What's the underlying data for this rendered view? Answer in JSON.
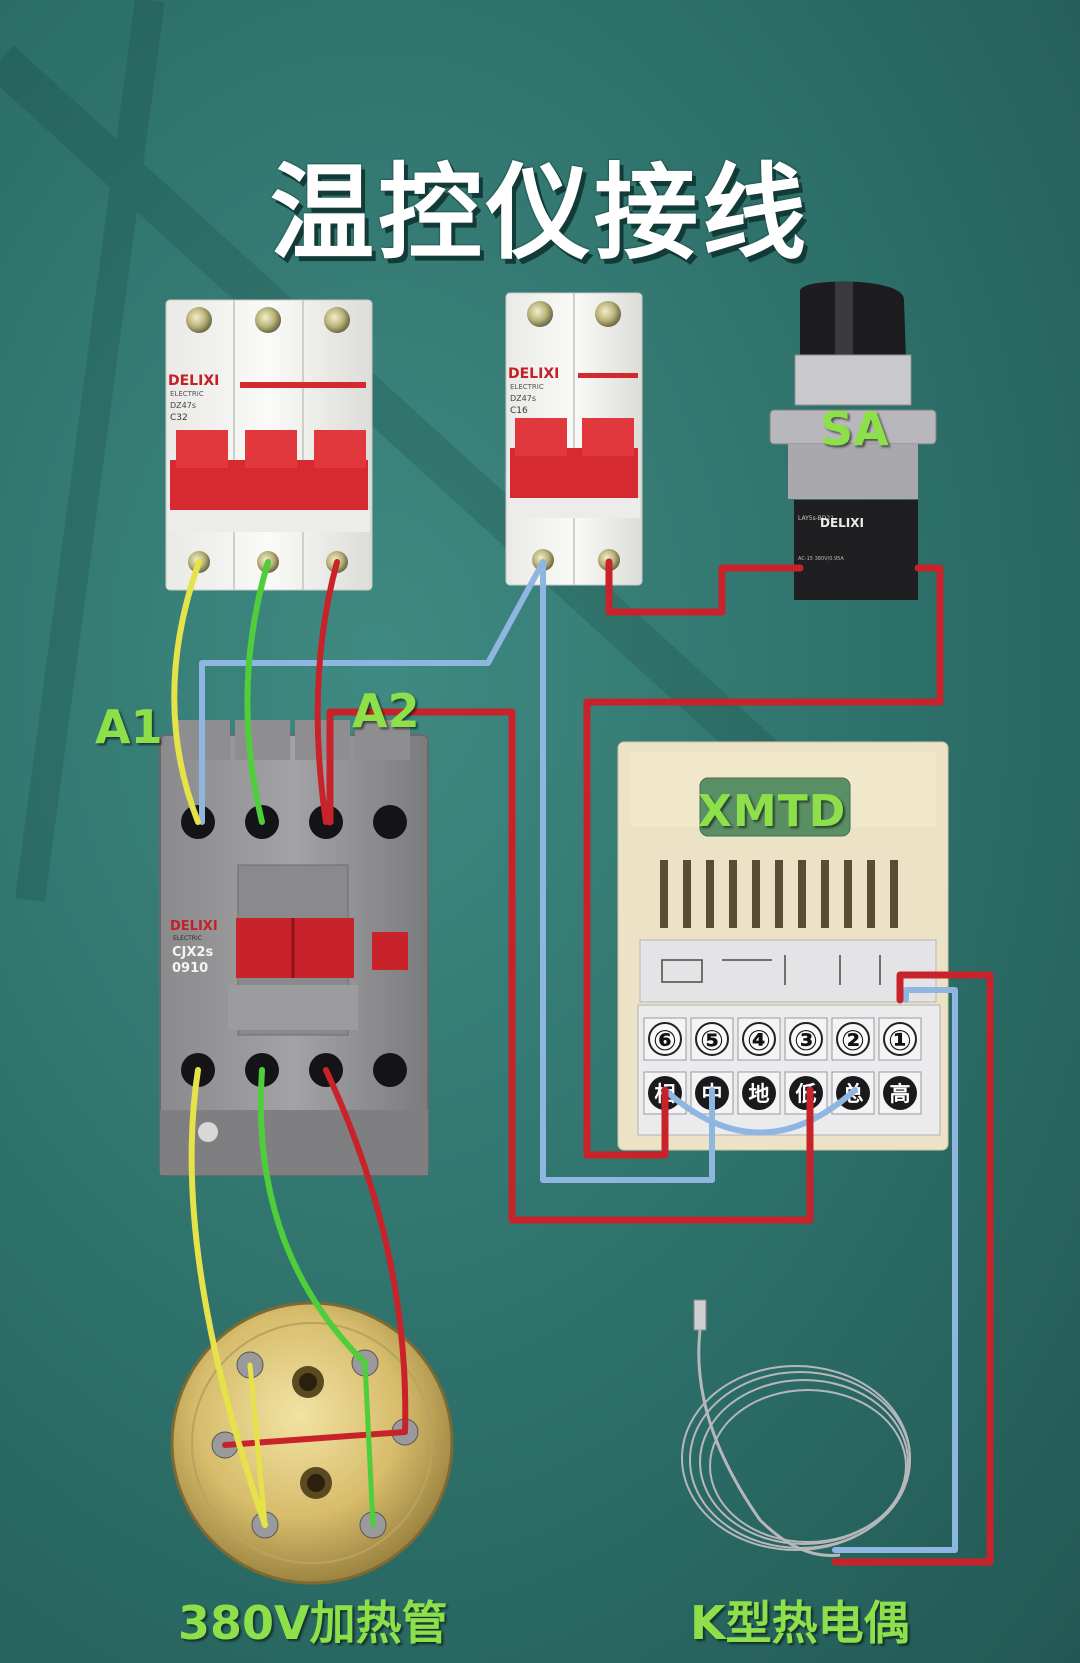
{
  "title": "温控仪接线",
  "labels": {
    "a1": "A1",
    "a2": "A2",
    "switch": "SA",
    "controller": "XMTD",
    "heater": "380V加热管",
    "thermocouple": "K型热电偶"
  },
  "breaker_3p": {
    "brand": "DELIXI",
    "sub": "ELECTRIC",
    "model": "DZ47s",
    "rating": "C32"
  },
  "breaker_2p": {
    "brand": "DELIXI",
    "sub": "ELECTRIC",
    "model": "DZ47s",
    "rating": "C16"
  },
  "selector_switch": {
    "brand": "DELIXI"
  },
  "contactor": {
    "brand": "DELIXI",
    "sub": "ELECTRIC",
    "model": "CJX2s",
    "code": "0910"
  },
  "controller": {
    "terminal_numbers": [
      "⑥",
      "⑤",
      "④",
      "③",
      "②",
      "①"
    ],
    "terminal_names": [
      "相",
      "中",
      "地",
      "低",
      "总",
      "高"
    ]
  },
  "colors": {
    "background": "#2d6f69",
    "wire_yellow": "#e6e34a",
    "wire_green": "#4fce3c",
    "wire_red": "#c8232b",
    "wire_blue": "#8fb6e0",
    "label_green": "#8ee04a"
  }
}
